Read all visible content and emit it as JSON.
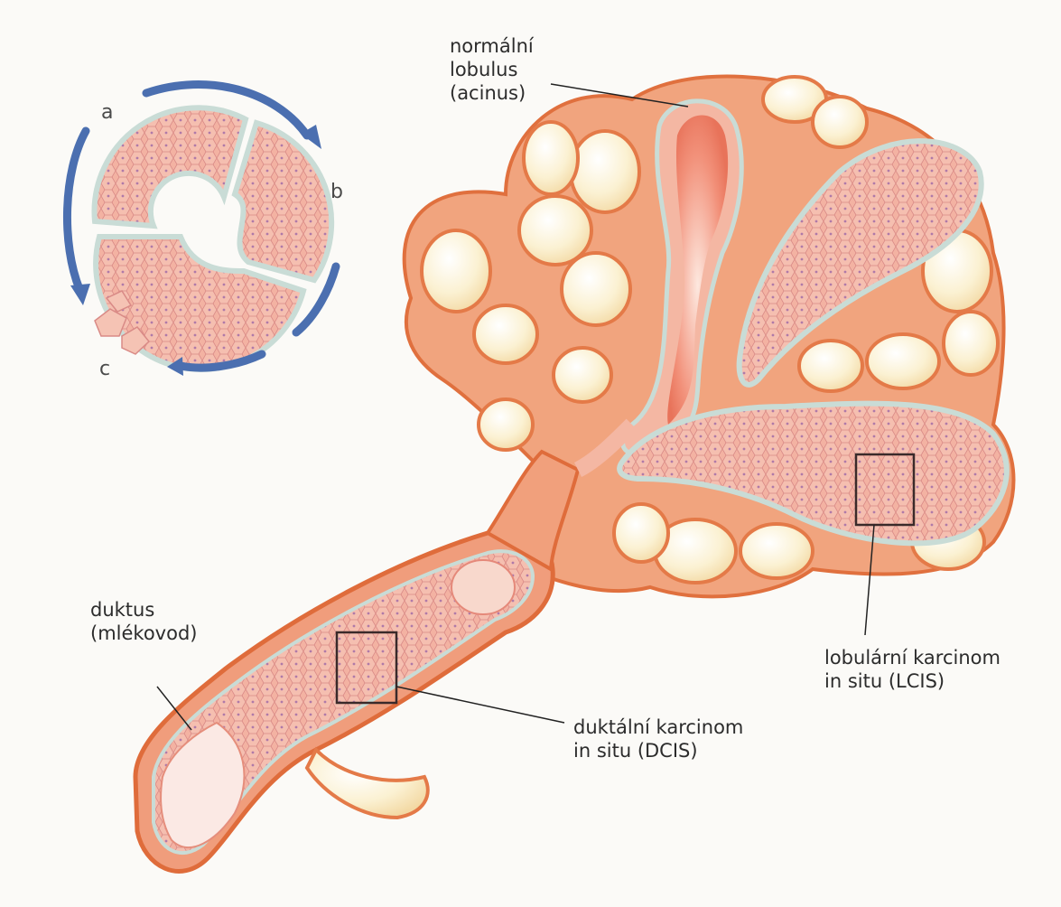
{
  "labels": {
    "normal_lobule": [
      "normální",
      "lobulus",
      "(acinus)"
    ],
    "lcis": [
      "lobulární karcinom",
      "in situ (LCIS)"
    ],
    "dcis": [
      "duktální karcinom",
      "in situ (DCIS)"
    ],
    "duct": [
      "duktus",
      "(mlékovod)"
    ]
  },
  "cycle_letters": [
    "a",
    "b",
    "c"
  ],
  "colors": {
    "tissue_fill": "#f2a483",
    "tissue_outline": "#e2703f",
    "lumen": "#f7c8b3",
    "cells": "#f0b3a4",
    "fat": "#fbf3d6",
    "membrane": "#cfe0dc",
    "arrow": "#4b6fb0",
    "leader_line": "#222222",
    "box": "#3a2a2a"
  }
}
